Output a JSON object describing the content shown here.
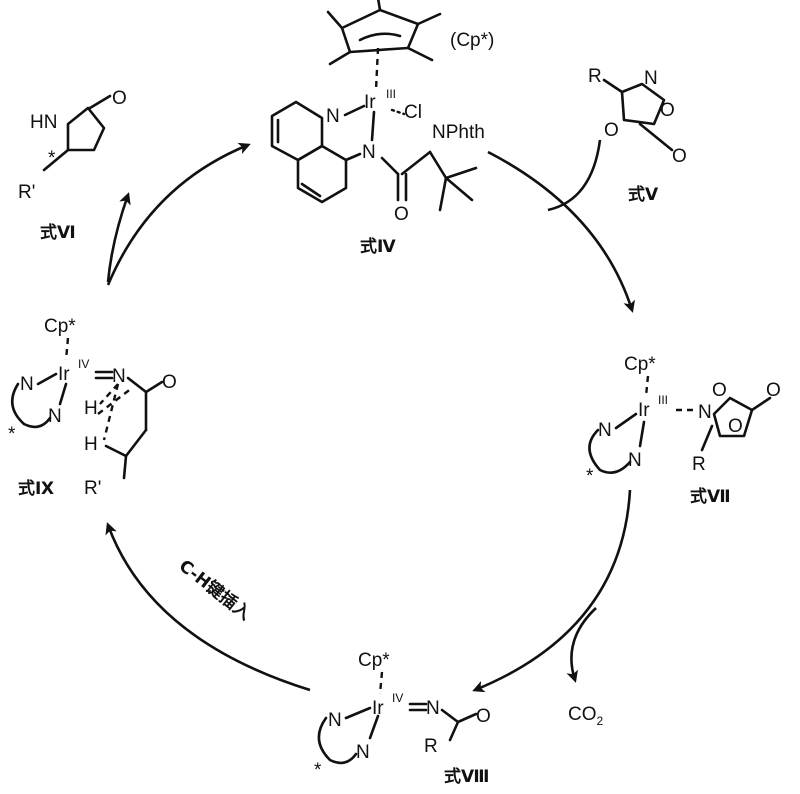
{
  "compounds": {
    "IV": {
      "caption": "式Ⅳ",
      "cp_label": "(Cp*)",
      "metal": "Ir",
      "oxidation": "III",
      "ligand_cl": "Cl",
      "n_pyridine": "N",
      "n_amide": "N",
      "nphth": "NPhth",
      "oxygen": "O"
    },
    "V": {
      "caption": "式Ⅴ",
      "r": "R",
      "n": "N",
      "o_ring_1": "O",
      "o_ring_2": "O",
      "o_carbonyl": "O"
    },
    "VI": {
      "caption": "式Ⅵ",
      "hn": "HN",
      "o": "O",
      "r_prime": "R'",
      "stereo": "*"
    },
    "VII": {
      "caption": "式Ⅶ",
      "cp": "Cp*",
      "metal": "Ir",
      "oxidation": "III",
      "n1": "N",
      "n2": "N",
      "n3": "N",
      "r": "R",
      "o1": "O",
      "o2": "O",
      "o3": "O",
      "stereo": "*"
    },
    "VIII": {
      "caption": "式Ⅷ",
      "cp": "Cp*",
      "metal": "Ir",
      "oxidation": "IV",
      "n1": "N",
      "n2": "N",
      "n3": "N",
      "r": "R",
      "o": "O",
      "stereo": "*"
    },
    "IX": {
      "caption": "式Ⅸ",
      "cp": "Cp*",
      "metal": "Ir",
      "oxidation": "IV",
      "n1": "N",
      "n2": "N",
      "n3": "N",
      "o": "O",
      "h1": "H",
      "h2": "H",
      "r_prime": "R'",
      "stereo": "*"
    }
  },
  "byproduct": {
    "co2_main": "CO",
    "co2_sub": "2"
  },
  "step_label": "C-H键插入",
  "colors": {
    "ink": "#111111",
    "background": "#ffffff"
  }
}
